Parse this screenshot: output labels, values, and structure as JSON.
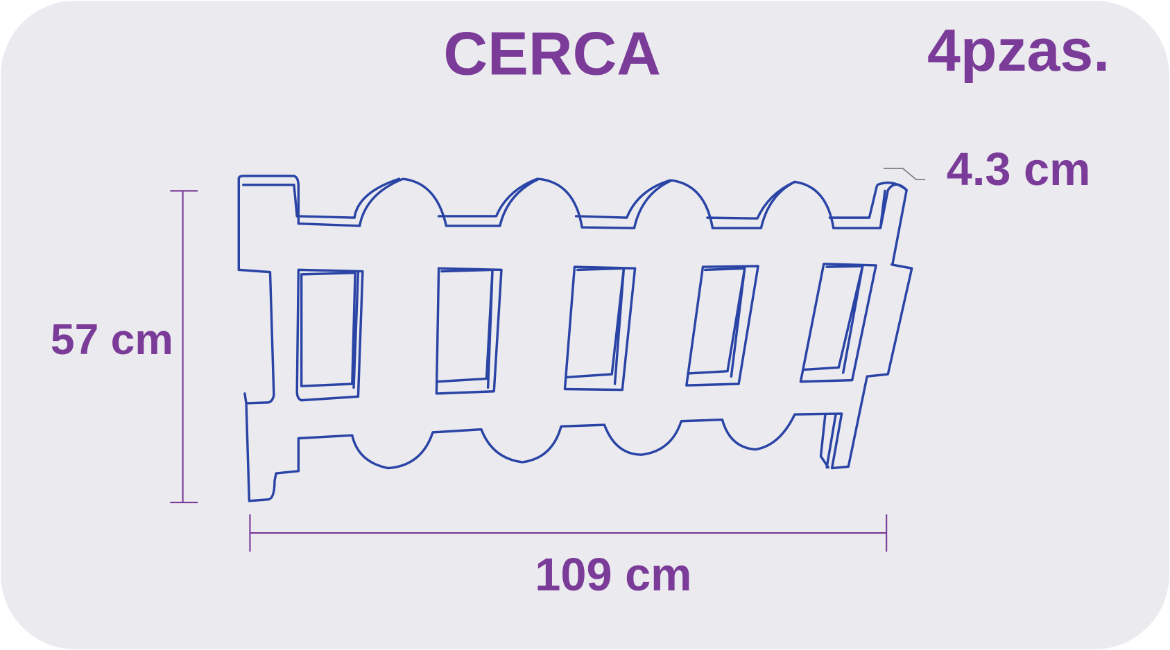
{
  "title": "CERCA",
  "quantity": "4pzas.",
  "dimensions": {
    "thickness": "4.3 cm",
    "height": "57 cm",
    "width": "109 cm"
  },
  "colors": {
    "label": "#7b3b99",
    "outline": "#2a44a6",
    "background": "#ebebef"
  }
}
